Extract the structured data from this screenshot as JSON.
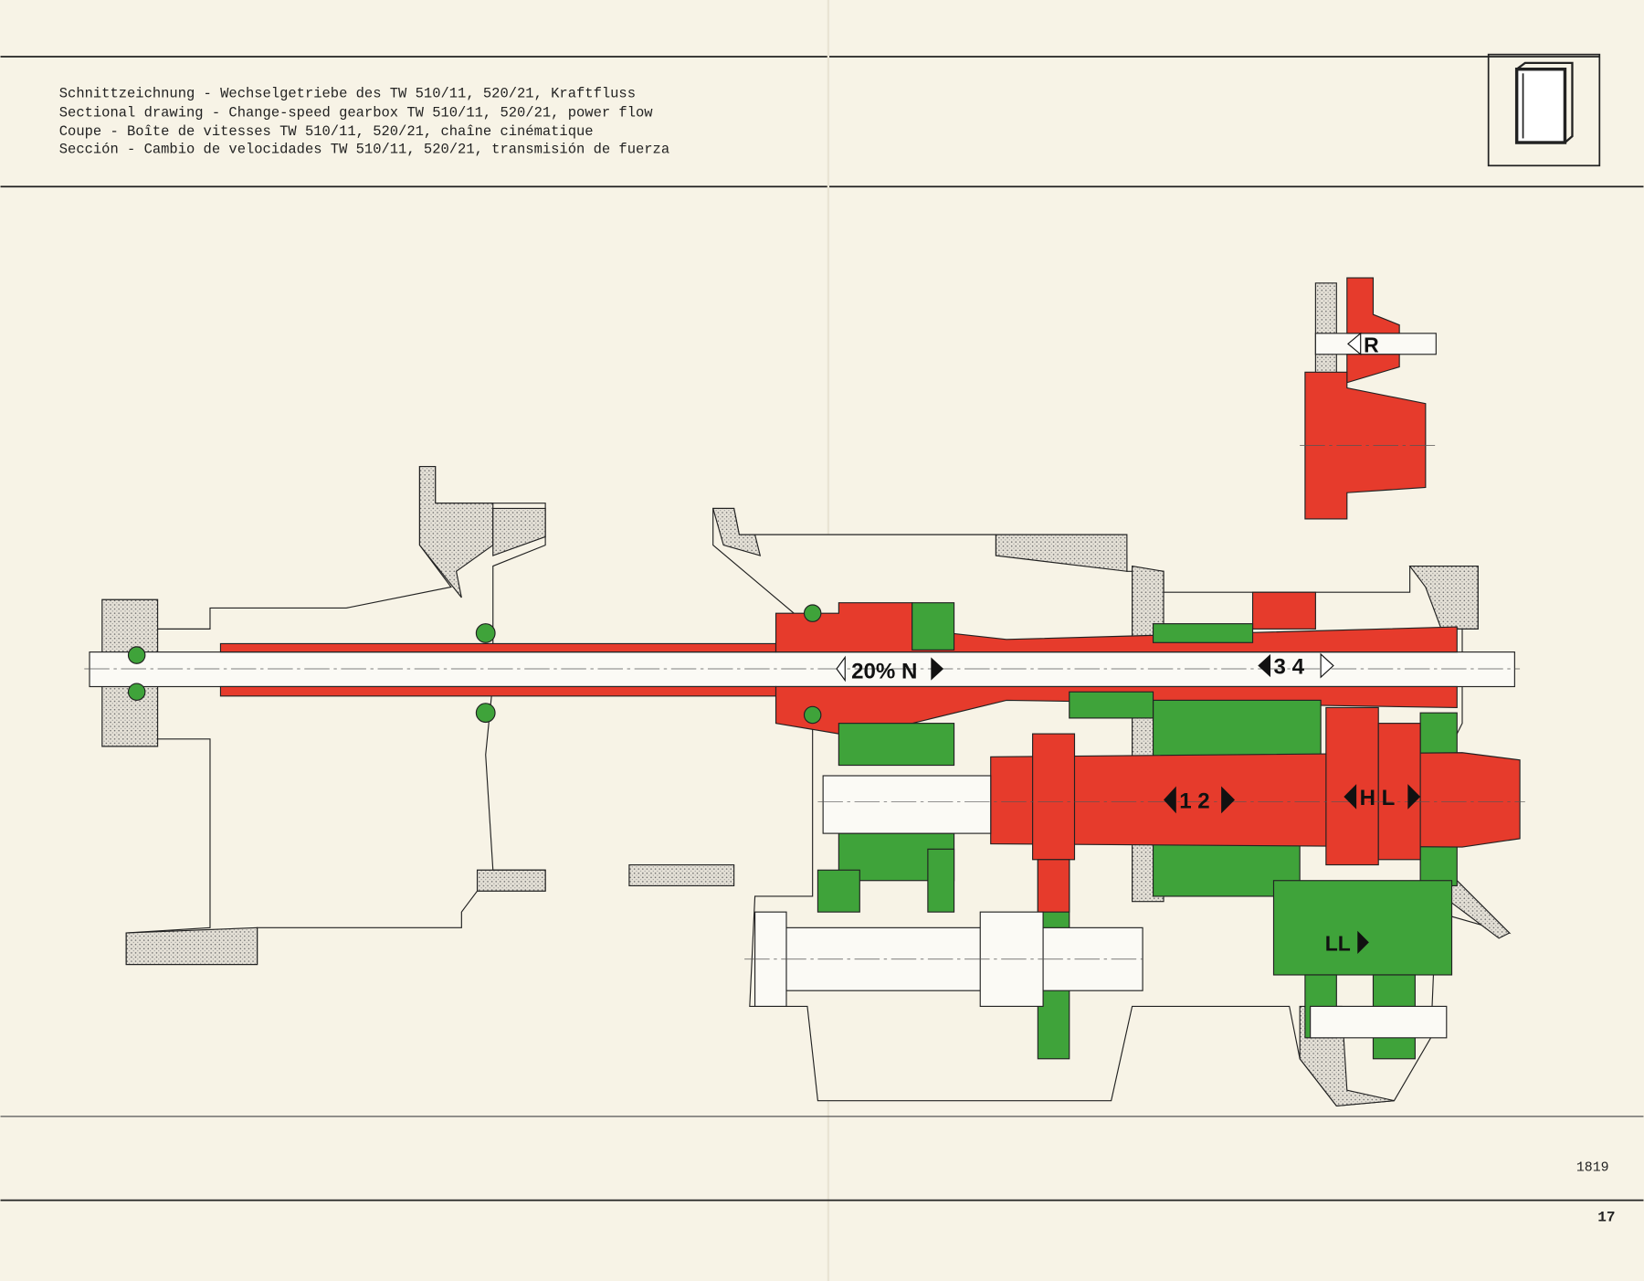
{
  "header": {
    "title_lines": [
      "Schnittzeichnung - Wechselgetriebe des TW 510/11, 520/21, Kraftfluss",
      "Sectional drawing - Change-speed gearbox TW 510/11, 520/21, power flow",
      "Coupe - Boîte de vitesses TW 510/11, 520/21, chaîne cinématique",
      "Sección - Cambio de velocidades TW 510/11, 520/21, transmisión de fuerza"
    ],
    "icon": "manual-book-icon"
  },
  "diagram": {
    "labels": {
      "range_n": "20% N",
      "gear_34": "3 4",
      "gear_12": "1 2",
      "gear_hl": "H L",
      "gear_ll": "LL",
      "reverse": "R"
    },
    "colors": {
      "power_flow": "#e63b2c",
      "engaged": "#3fa33a",
      "housing": "#cfcac0",
      "paper": "#f7f3e6"
    }
  },
  "footer": {
    "figure_number": "1819",
    "page_number": "17"
  }
}
